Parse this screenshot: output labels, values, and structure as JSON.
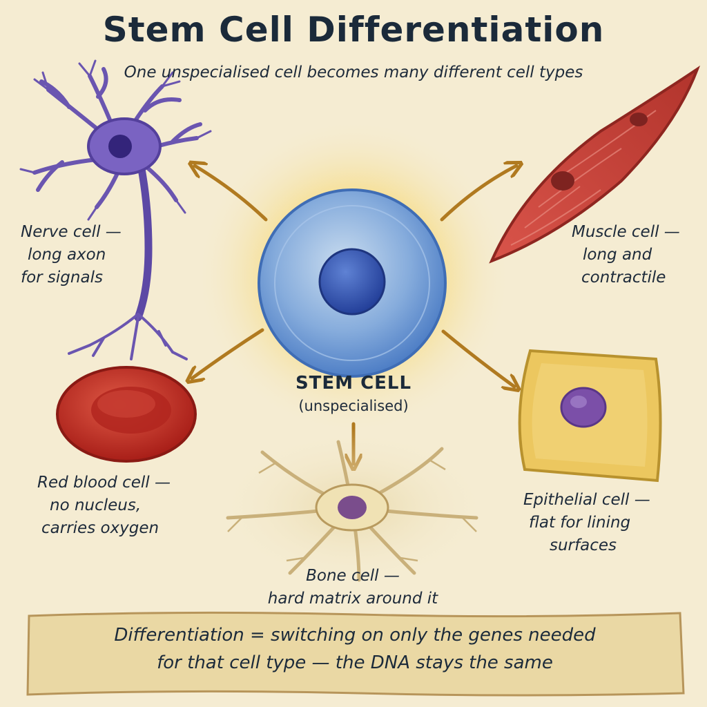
{
  "title": "Stem Cell Differentiation",
  "subtitle": "One unspecialised cell becomes many different cell types",
  "stem": {
    "name": "STEM CELL",
    "note": "(unspecialised)"
  },
  "cells": {
    "nerve": [
      "Nerve cell —",
      "long axon",
      "for signals"
    ],
    "muscle": [
      "Muscle cell —",
      "long and",
      "contractile"
    ],
    "red_blood": [
      "Red blood cell —",
      "no nucleus,",
      "carries oxygen"
    ],
    "epithelial": [
      "Epithelial cell —",
      "flat for lining",
      "surfaces"
    ],
    "bone": [
      "Bone cell —",
      "hard matrix around it"
    ]
  },
  "summary": [
    "Differentiation = switching on only the genes needed",
    "for that cell type — the DNA stays the same"
  ],
  "colors": {
    "background": "#f5ecd2",
    "stem": "#6a98d4",
    "nerve": "#6a55b0",
    "muscle": "#c8463a",
    "red_blood": "#c83228",
    "epithelial": "#e8c25c",
    "bone": "#e4d3a4",
    "arrow": "#b07a20",
    "text": "#1d2a3a"
  }
}
